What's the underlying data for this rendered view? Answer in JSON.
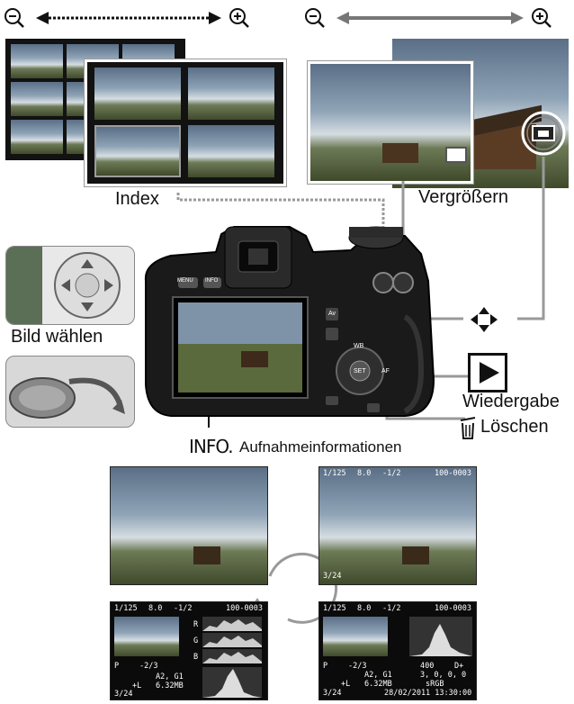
{
  "labels": {
    "index": "Index",
    "magnify": "Vergrößern",
    "select_image": "Bild wählen",
    "playback": "Wiedergabe",
    "erase": "Löschen",
    "info_key": "INFO.",
    "shooting_info": "Aufnahmeinformationen"
  },
  "camera": {
    "menu_btn": "MENU",
    "info_btn": "INFO",
    "set_btn": "SET",
    "wb": "WB",
    "af": "AF",
    "av": "Av"
  },
  "screens": {
    "basic": {
      "shutter": "1/125",
      "aperture": "8.0",
      "exposure_comp": "-1/2",
      "file_no": "100-0003",
      "frame": "3/24"
    },
    "histogram_rgb": {
      "shutter": "1/125",
      "aperture": "8.0",
      "exposure_comp": "-1/2",
      "file_no": "100-0003",
      "mode": "P",
      "flash_comp": "-2/3",
      "wb_shift": "A2, G1",
      "quality": "+L",
      "size": "6.32MB",
      "frame": "3/24",
      "r": "R",
      "g": "G",
      "b": "B"
    },
    "histogram_bright": {
      "shutter": "1/125",
      "aperture": "8.0",
      "exposure_comp": "-1/2",
      "file_no": "100-0003",
      "mode": "P",
      "flash_comp": "-2/3",
      "iso": "400",
      "d_plus": "D+",
      "wb_shift": "A2, G1",
      "picture_style": "3, 0, 0, 0",
      "quality": "+L",
      "size": "6.32MB",
      "color_space": "sRGB",
      "frame": "3/24",
      "datetime": "28/02/2011 13:30:00"
    }
  }
}
